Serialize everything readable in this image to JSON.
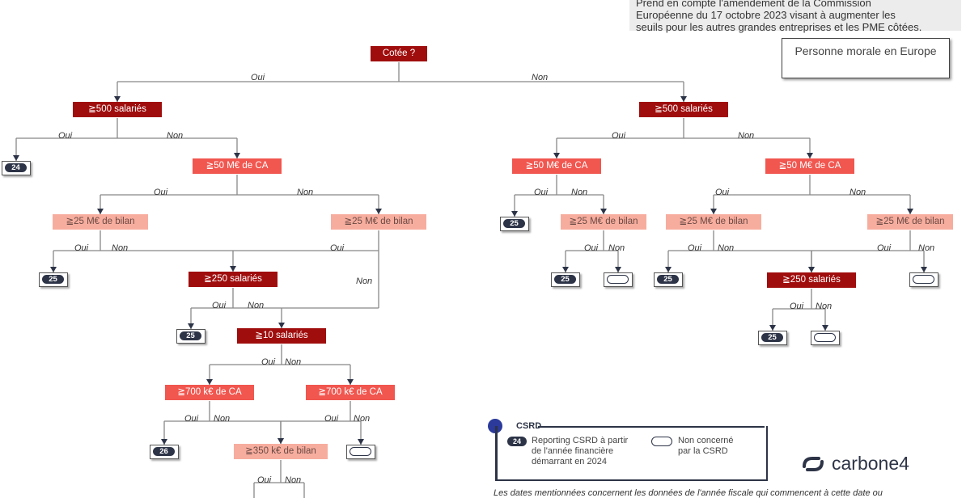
{
  "note": {
    "lines": [
      "Prend en compte l'amendement de la Commission",
      "Européenne du 17 octobre 2023 visant à augmenter les",
      "seuils pour les autres grandes entreprises et les PME côtées."
    ]
  },
  "entity_label": "Personne morale en Europe",
  "colors": {
    "dark": "#a00d0d",
    "mid": "#f1564f",
    "light": "#f7ad9e",
    "pill": "#2d3447",
    "eu": "#2b3a9b"
  },
  "nodes": [
    {
      "id": "root",
      "label": "Cotée ?",
      "level": "dark"
    },
    {
      "id": "L_500",
      "label": "≧500 salariés",
      "level": "dark"
    },
    {
      "id": "L_24",
      "leaf": "24"
    },
    {
      "id": "L_50CA",
      "label": "≧50 M€ de CA",
      "level": "mid"
    },
    {
      "id": "L_25bA",
      "label": "≧25 M€ de bilan",
      "level": "light"
    },
    {
      "id": "L_25bB",
      "label": "≧25 M€ de bilan",
      "level": "light"
    },
    {
      "id": "L_25a",
      "leaf": "25"
    },
    {
      "id": "L_250",
      "label": "≧250 salariés",
      "level": "dark"
    },
    {
      "id": "L_25b",
      "leaf": "25"
    },
    {
      "id": "L_10",
      "label": "≧10 salariés",
      "level": "dark"
    },
    {
      "id": "L_700A",
      "label": "≧700 k€ de CA",
      "level": "mid"
    },
    {
      "id": "L_700B",
      "label": "≧700 k€ de CA",
      "level": "mid"
    },
    {
      "id": "L_26",
      "leaf": "26"
    },
    {
      "id": "L_350",
      "label": "≧350 k€ de bilan",
      "level": "light"
    },
    {
      "id": "L_none1",
      "leaf": ""
    },
    {
      "id": "R_500",
      "label": "≧500 salariés",
      "level": "dark"
    },
    {
      "id": "R_50CA_A",
      "label": "≧50 M€ de CA",
      "level": "mid"
    },
    {
      "id": "R_50CA_B",
      "label": "≧50 M€ de CA",
      "level": "mid"
    },
    {
      "id": "R_25a",
      "leaf": "25"
    },
    {
      "id": "R_25bA",
      "label": "≧25 M€ de bilan",
      "level": "light"
    },
    {
      "id": "R_25bB",
      "label": "≧25 M€ de bilan",
      "level": "light"
    },
    {
      "id": "R_25bC",
      "label": "≧25 M€ de bilan",
      "level": "light"
    },
    {
      "id": "R_25b",
      "leaf": "25"
    },
    {
      "id": "R_none1",
      "leaf": ""
    },
    {
      "id": "R_25c",
      "leaf": "25"
    },
    {
      "id": "R_250",
      "label": "≧250 salariés",
      "level": "dark"
    },
    {
      "id": "R_none2",
      "leaf": ""
    },
    {
      "id": "R_25d",
      "leaf": "25"
    },
    {
      "id": "R_none3",
      "leaf": ""
    }
  ],
  "edge_labels": {
    "yes": "Oui",
    "no": "Non"
  },
  "legend": {
    "title": "CSRD",
    "pill_value": "24",
    "pill_text": [
      "Reporting CSRD à partir",
      "de l'année financière",
      "démarrant en 2024"
    ],
    "empty_text": [
      "Non concerné",
      "par la CSRD"
    ]
  },
  "logo_text": "carbone4",
  "footnote": "Les dates mentionnées concernent les données de l'année fiscale qui commencent à cette date ou"
}
